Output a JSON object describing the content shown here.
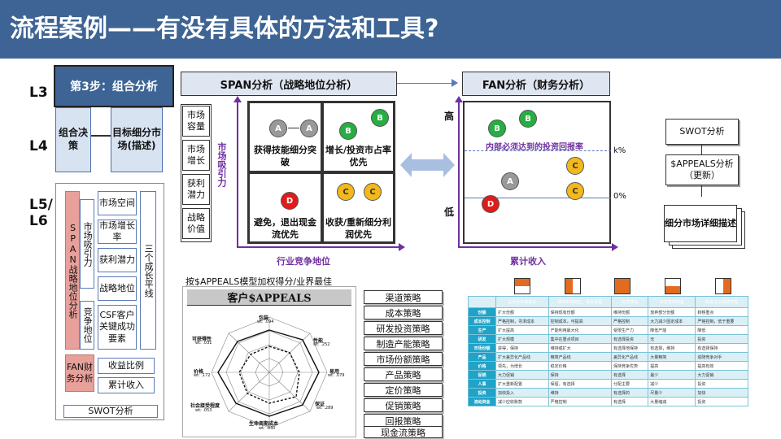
{
  "title": "流程案例——有没有具体的方法和工具?",
  "levels": {
    "l3": "L3",
    "l4": "L4",
    "l56": "L5/ L6"
  },
  "step_box": "第3步：组合分析",
  "left": {
    "portfolio": "组合决策",
    "target": "目标细分市场(描述)",
    "span": "SPAN战略地位分析",
    "mkt_attract": "市场吸引力",
    "competitive": "竞争地位",
    "mkt_space": "市场空间",
    "mkt_growth": "市场增长率",
    "profit": "获利潜力",
    "strategic": "战略地位",
    "csf": "CSF客户关键成功要素",
    "three": "三个成长平线",
    "fan": "FAN财务分析",
    "revenue": "收益比例",
    "cumulative": "累计收入",
    "swot": "SWOT分析"
  },
  "span": {
    "title": "SPAN分析（战略地位分析）",
    "side": [
      "市场容量",
      "市场增长",
      "获利潜力",
      "战略价值"
    ],
    "vlabel": "市场吸引力",
    "xlabel": "行业竞争地位",
    "q1": "获得技能细分突破",
    "q2": "增长/投资市占率优先",
    "q3": "避免，退出现金流优先",
    "q4": "收获/重新细分利润优先"
  },
  "fan": {
    "title": "FAN分析（财务分析）",
    "high": "高",
    "low": "低",
    "line_label": "内部必须达到的投资回报率",
    "k": "k%",
    "zero": "0%",
    "xlabel": "累计收入"
  },
  "appeals": {
    "caption": "按$APPEALS模型加权得分/业界最佳",
    "header": "客户$APPEALS",
    "axes": [
      "包装",
      "性能",
      "易用",
      "保证",
      "生命周期成本",
      "社会接受程度",
      "价格",
      "可获得性"
    ],
    "weights": [
      "wt: .094",
      "wt: .252",
      "wt: .079",
      "wt: .289",
      "wt: .030",
      "wt: .053",
      "wt: .172",
      "wt: .031"
    ]
  },
  "strategies": [
    "渠道策略",
    "成本策略",
    "研发投资策略",
    "制造产能策略",
    "市场份额策略",
    "产品策略",
    "定价策略",
    "促销策略",
    "回报策略",
    "现金流策略"
  ],
  "right": {
    "swot": "SWOT分析",
    "appeals": "$APPEALS分析（更新）",
    "segment": "细分市场详细描述"
  },
  "matrix": {
    "headers": [
      "",
      "在增长市场投资",
      "保持市场地位，投资保留",
      "有选择地",
      "攻击获得现金",
      "机会主义式的开发"
    ],
    "rows": [
      [
        "份额",
        "扩大份额",
        "保持现有份额",
        "维持份额",
        "放弃部分份额",
        "转移重点"
      ],
      [
        "成本控制",
        "严格控制，寻求成本",
        "控制成本，可提高",
        "严格控制",
        "大力减少固定成本",
        "严格控制，低于重要"
      ],
      [
        "生产",
        "扩大提高",
        "产能利用最大化",
        "受限生产力",
        "降低产能",
        "降低"
      ],
      [
        "研发",
        "扩大规模",
        "集中在重点项目",
        "有选择投资",
        "无",
        "投资"
      ],
      [
        "市场份额",
        "获得，保持",
        "维持或扩大",
        "有选择地保持",
        "有选择，维持",
        "有选择保持"
      ],
      [
        "产品",
        "扩大差异化产品线",
        "精简产品线",
        "差异化产品线",
        "大量精简",
        "追随竞争对手"
      ],
      [
        "价格",
        "领先，为增长",
        "稳定价格",
        "保持竞争优势",
        "提高",
        "提高有效"
      ],
      [
        "促销",
        "大力促销",
        "保持",
        "有选择",
        "最少",
        "大力促销"
      ],
      [
        "人事",
        "扩大重新配置",
        "保留，有选择",
        "分配主要",
        "减少",
        "投资"
      ],
      [
        "投资",
        "加快投入",
        "维持",
        "有选择的",
        "尽量少",
        "加快"
      ],
      [
        "流动资金",
        "减少应收账款",
        "严格控制",
        "有选择",
        "大量缩减",
        "投资"
      ]
    ]
  }
}
